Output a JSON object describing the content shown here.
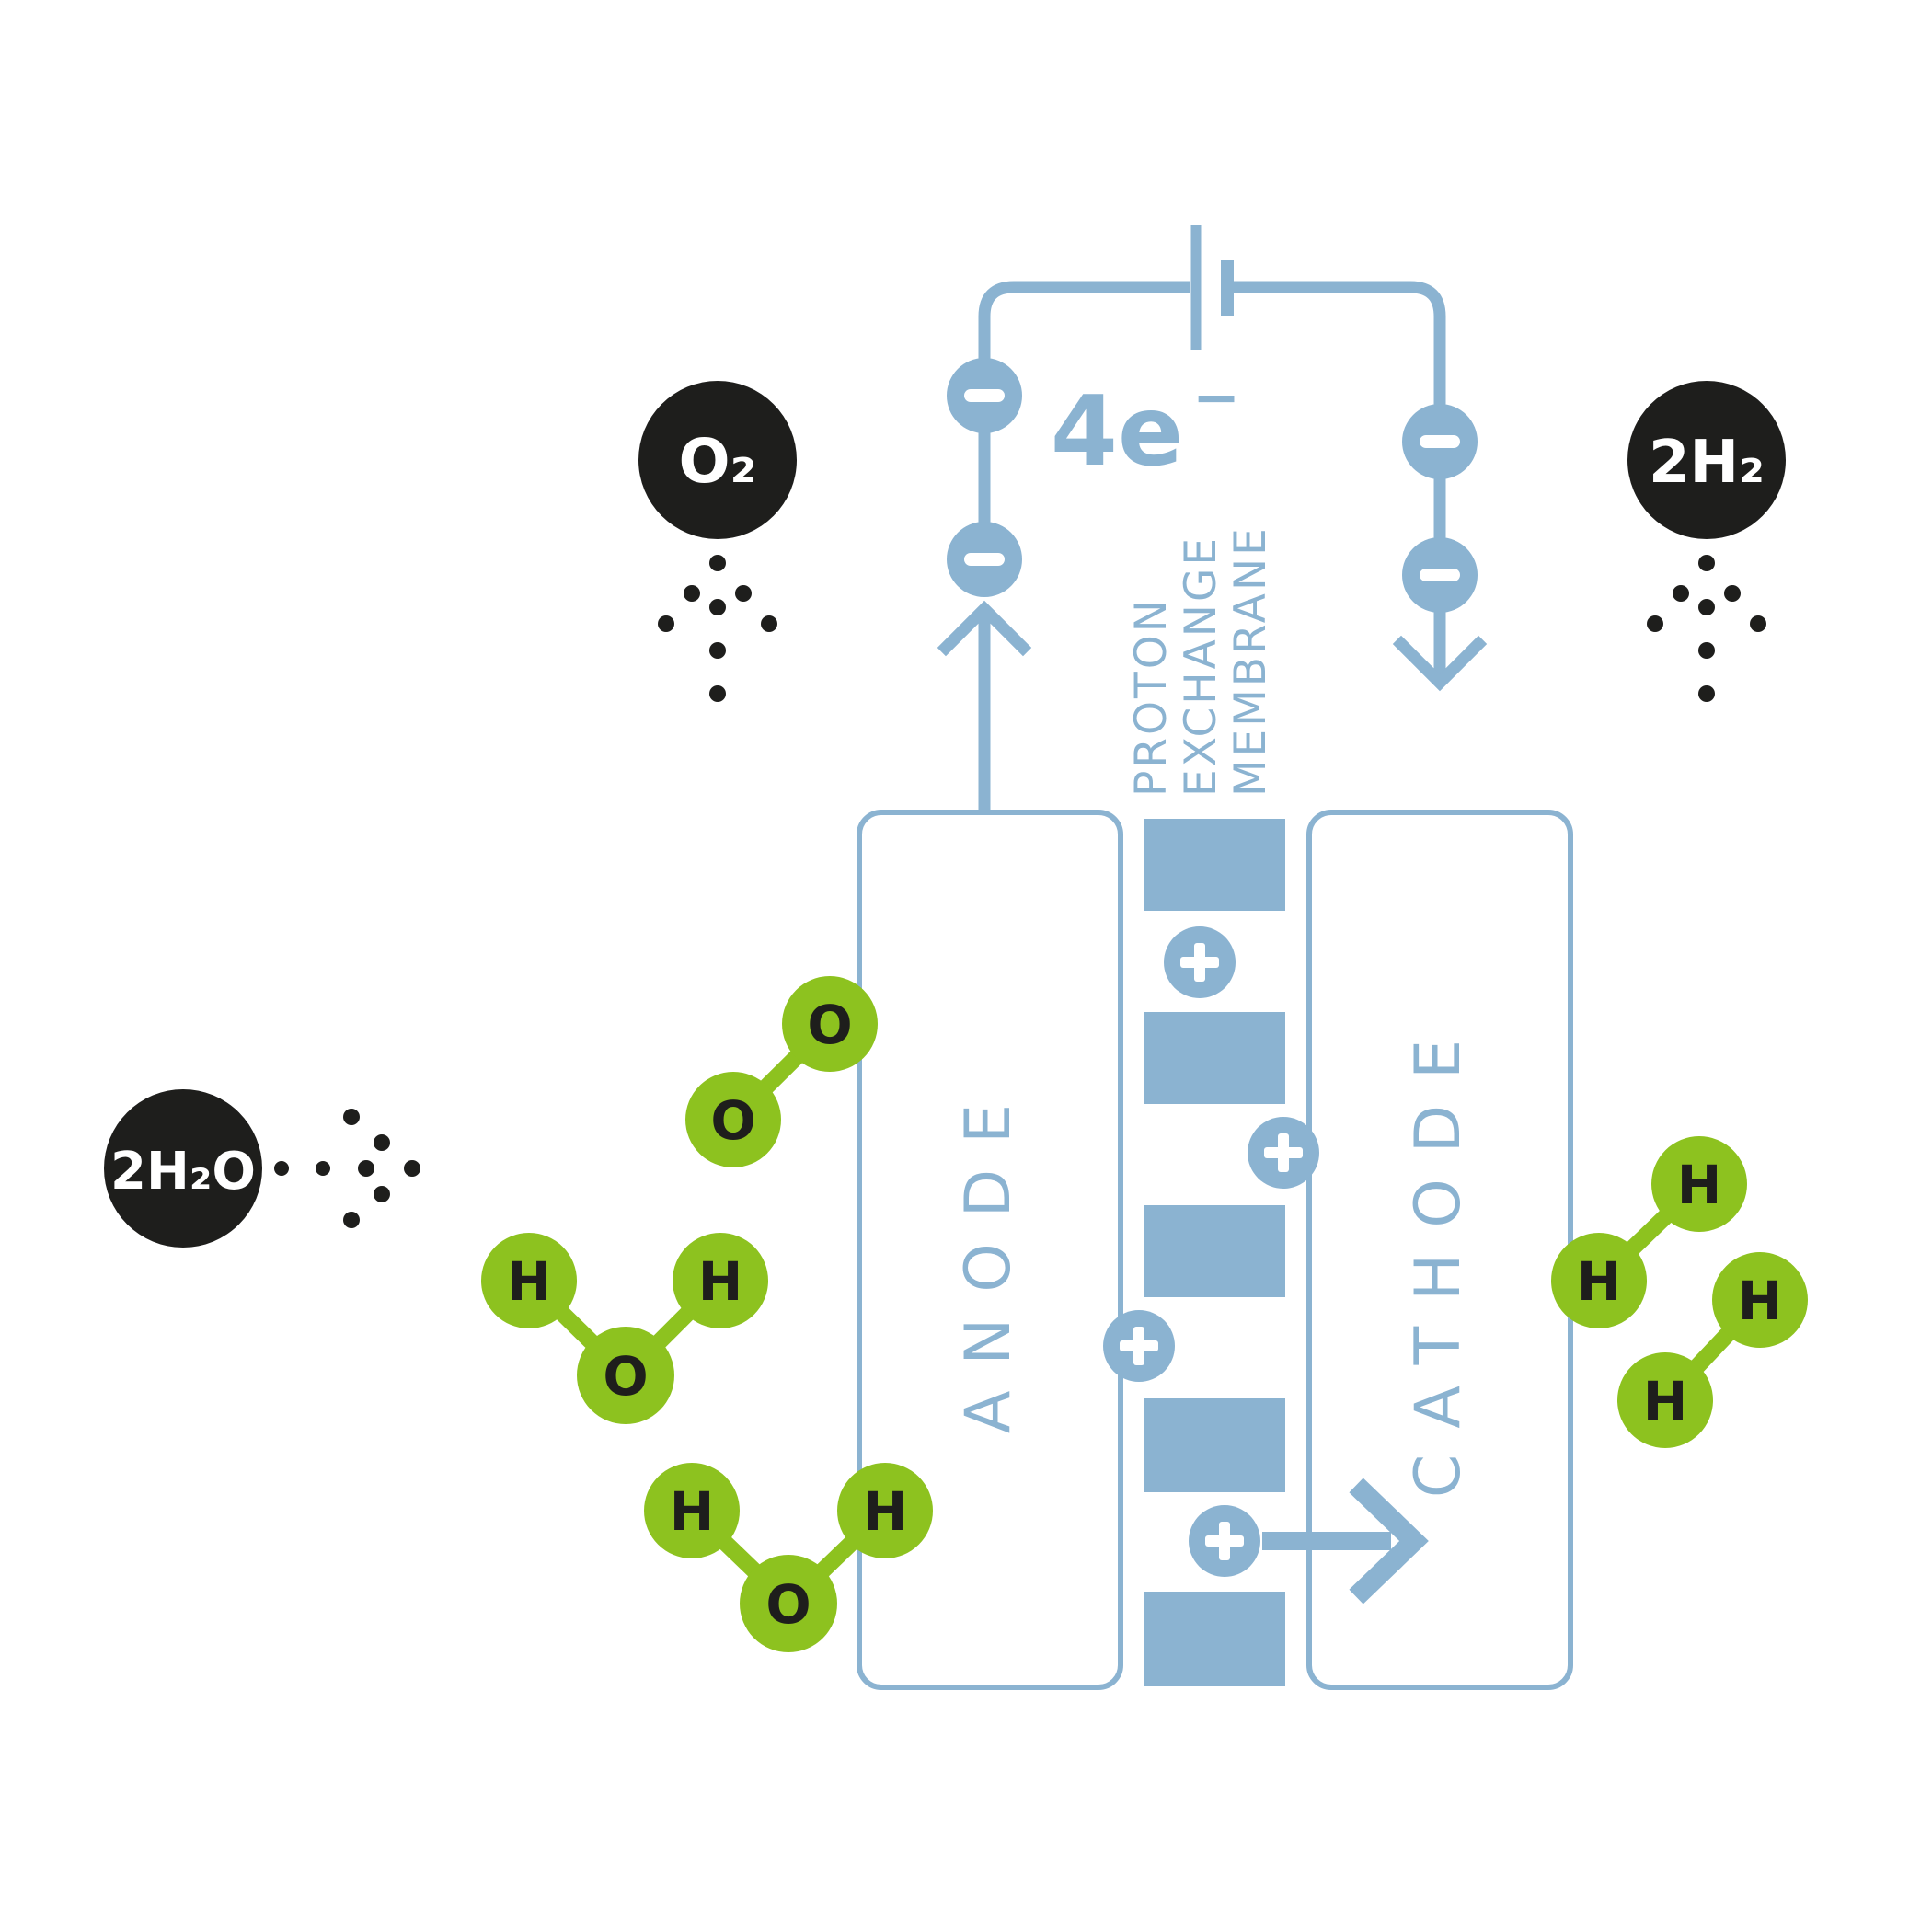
{
  "diagram": {
    "subject": "proton-exchange-membrane-electrolysis",
    "colors": {
      "accent_blue": "#8bb3d1",
      "accent_green": "#8dc21f",
      "dark": "#1e1e1c",
      "background": "#ffffff"
    },
    "circuit": {
      "electron_count_label": "4e",
      "electron_superscript": "−",
      "battery_icon": "battery-icon",
      "electron_icon_symbol": "−"
    },
    "membrane": {
      "title_line1": "PROTON",
      "title_line2": "EXCHANGE",
      "title_line3": "MEMBRANE",
      "proton_icon_symbol": "+"
    },
    "electrodes": {
      "anode_label": "ANODE",
      "cathode_label": "CATHODE"
    },
    "species": {
      "oxygen_label": "O₂",
      "hydrogen_label": "2H₂",
      "water_label": "2H₂O"
    },
    "atoms": {
      "h": "H",
      "o": "O"
    },
    "icons": {
      "minus": "−",
      "plus": "+",
      "arrow_up": "↑",
      "arrow_down": "↓",
      "arrow_right": "→",
      "dotted_arrow": "dotted-arrow"
    }
  }
}
